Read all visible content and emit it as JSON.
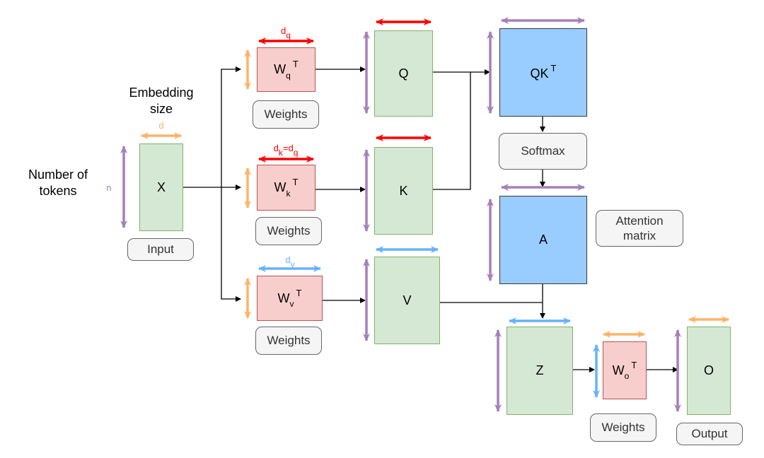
{
  "colors": {
    "purple": "#a680b8",
    "orange": "#ffb366",
    "red": "#ff0000",
    "blue": "#66b2ff",
    "green_fill": "#d5e8d4",
    "red_fill": "#f8cecc",
    "blue_fill": "#99ccff"
  },
  "labels": {
    "num_tokens": "Number of\ntokens",
    "embedding_size": "Embedding\nsize",
    "n": "n",
    "d": "d",
    "dq": "d",
    "dq_sub": "q",
    "dk_main": "d",
    "dk_sub": "k",
    "dk_eq": "=d",
    "dk_sub2": "q",
    "dv": "d",
    "dv_sub": "v"
  },
  "matrices": {
    "x": "X",
    "wq": "W",
    "wq_sub": "q",
    "wk": "W",
    "wk_sub": "k",
    "wv": "W",
    "wv_sub": "v",
    "wo": "W",
    "wo_sub": "o",
    "transpose": "T",
    "q": "Q",
    "k": "K",
    "v": "V",
    "qk": "QK",
    "a": "A",
    "z": "Z",
    "o": "O"
  },
  "chips": {
    "input": "Input",
    "weights_q": "Weights",
    "weights_k": "Weights",
    "weights_v": "Weights",
    "weights_o": "Weights",
    "softmax": "Softmax",
    "attention": "Attention\nmatrix",
    "output": "Output"
  }
}
